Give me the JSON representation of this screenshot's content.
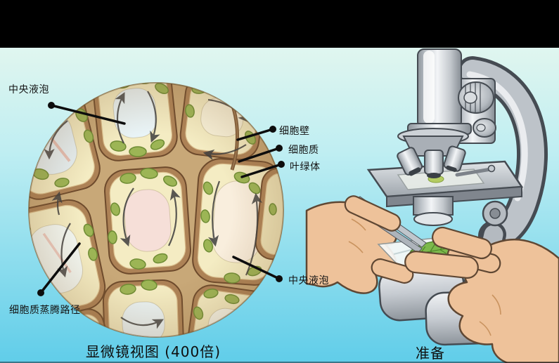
{
  "scene": {
    "captions": {
      "micro_view": "显微镜视图 (400倍)",
      "preparation": "准备"
    },
    "labels": {
      "central_vacuole_top": "中央液泡",
      "cell_wall": "细胞壁",
      "cytoplasm": "细胞质",
      "chloroplast": "叶绿体",
      "central_vacuole_bottom": "中央液泡",
      "cytoplasmic_streaming_path": "细胞质蒸腾路径"
    },
    "colors": {
      "top_bar": "#000000",
      "background_top": "#eafaf3",
      "background_bottom": "#60cde9",
      "label_text": "#141414",
      "leader_line": "#0d0d0d",
      "cell_wall_brown": "#ad8256",
      "cytoplasm_yellow": "#f4ecc3",
      "chloroplast_green": "#9cb555",
      "vacuole_blue": "#e9f4f7",
      "vacuole_pink": "#f6dfd8",
      "microscope_metal": "#c3c8cd",
      "skin": "#eec29a",
      "leaf_green": "#7cb94c"
    }
  }
}
